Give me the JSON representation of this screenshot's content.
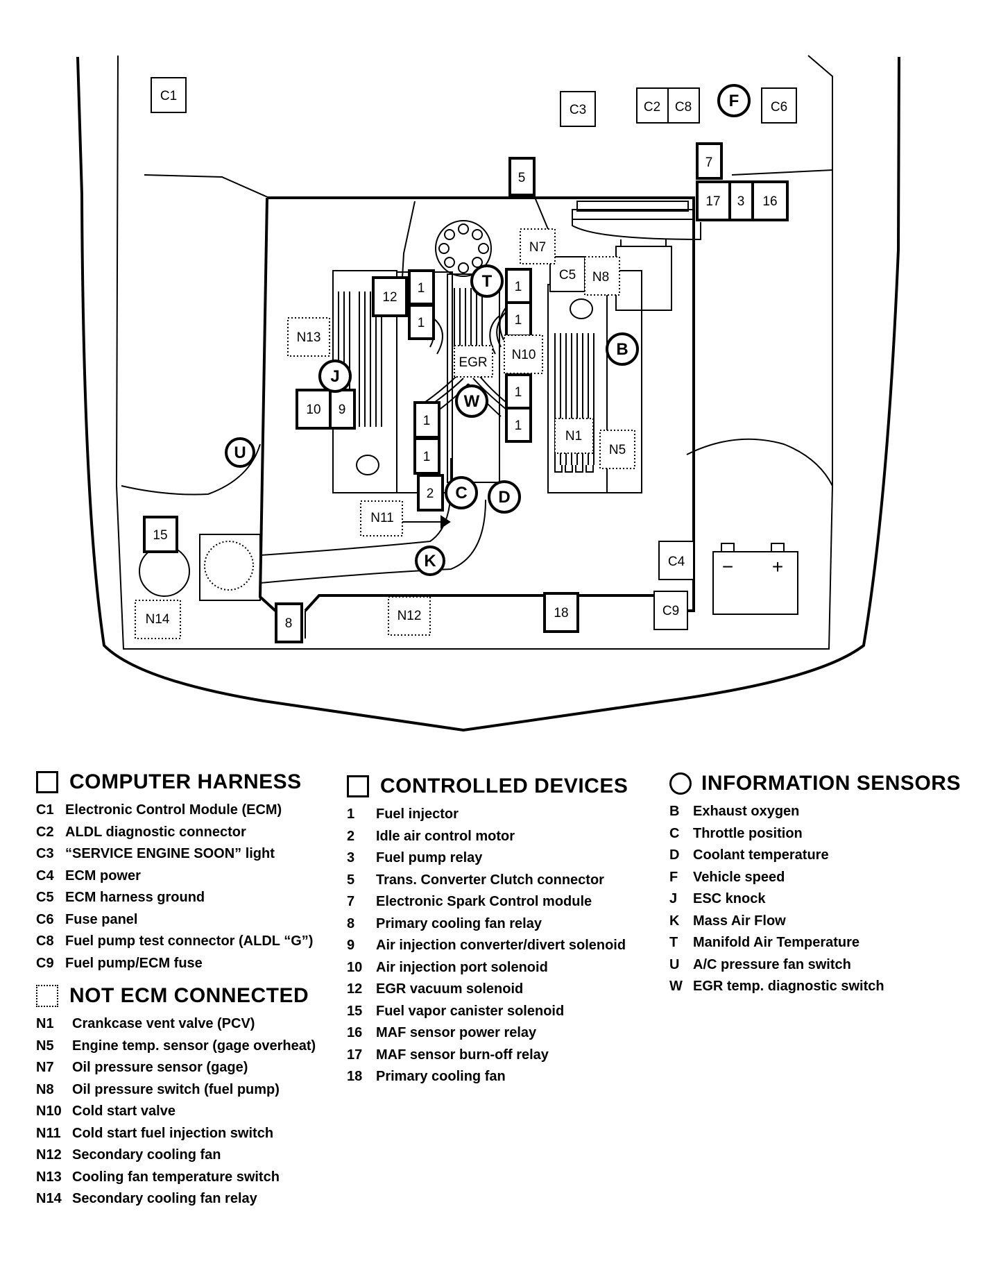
{
  "diagram": {
    "labels": {
      "C1": "C1",
      "C2": "C2",
      "C3": "C3",
      "C4": "C4",
      "C5": "C5",
      "C6": "C6",
      "C8": "C8",
      "C9": "C9",
      "n1": "1",
      "n2": "2",
      "n3": "3",
      "n5": "5",
      "n7": "7",
      "n8": "8",
      "n9": "9",
      "n10": "10",
      "n12": "12",
      "n15": "15",
      "n16": "16",
      "n17": "17",
      "n18": "18",
      "B": "B",
      "C": "C",
      "D": "D",
      "F": "F",
      "J": "J",
      "K": "K",
      "T": "T",
      "U": "U",
      "W": "W",
      "N1": "N1",
      "N5": "N5",
      "N7": "N7",
      "N8": "N8",
      "N10": "N10",
      "N11": "N11",
      "N12": "N12",
      "N13": "N13",
      "N14": "N14",
      "EGR": "EGR",
      "minus": "−",
      "plus": "+"
    }
  },
  "legend": {
    "computer_harness": {
      "title": "COMPUTER HARNESS",
      "items": [
        {
          "code": "C1",
          "desc": "Electronic Control Module (ECM)"
        },
        {
          "code": "C2",
          "desc": "ALDL diagnostic connector"
        },
        {
          "code": "C3",
          "desc": "“SERVICE ENGINE SOON” light"
        },
        {
          "code": "C4",
          "desc": "ECM power"
        },
        {
          "code": "C5",
          "desc": "ECM harness ground"
        },
        {
          "code": "C6",
          "desc": "Fuse panel"
        },
        {
          "code": "C8",
          "desc": "Fuel pump test connector (ALDL “G”)"
        },
        {
          "code": "C9",
          "desc": "Fuel pump/ECM fuse"
        }
      ]
    },
    "not_ecm": {
      "title": "NOT ECM CONNECTED",
      "items": [
        {
          "code": "N1",
          "desc": "Crankcase vent valve (PCV)"
        },
        {
          "code": "N5",
          "desc": "Engine temp. sensor (gage overheat)"
        },
        {
          "code": "N7",
          "desc": "Oil pressure sensor (gage)"
        },
        {
          "code": "N8",
          "desc": "Oil pressure switch (fuel pump)"
        },
        {
          "code": "N10",
          "desc": "Cold start  valve"
        },
        {
          "code": "N11",
          "desc": "Cold start fuel injection switch"
        },
        {
          "code": "N12",
          "desc": "Secondary cooling fan"
        },
        {
          "code": "N13",
          "desc": "Cooling fan temperature switch"
        },
        {
          "code": "N14",
          "desc": "Secondary cooling fan relay"
        }
      ]
    },
    "controlled_devices": {
      "title": "CONTROLLED DEVICES",
      "items": [
        {
          "code": "1",
          "desc": "Fuel injector"
        },
        {
          "code": "2",
          "desc": "Idle air control motor"
        },
        {
          "code": "3",
          "desc": "Fuel pump relay"
        },
        {
          "code": "5",
          "desc": "Trans. Converter Clutch connector"
        },
        {
          "code": "7",
          "desc": "Electronic Spark Control module"
        },
        {
          "code": "8",
          "desc": "Primary cooling fan relay"
        },
        {
          "code": "9",
          "desc": "Air injection  converter/divert  solenoid"
        },
        {
          "code": "10",
          "desc": "Air injection port solenoid"
        },
        {
          "code": "12",
          "desc": "EGR vacuum solenoid"
        },
        {
          "code": "15",
          "desc": "Fuel vapor canister solenoid"
        },
        {
          "code": "16",
          "desc": "MAF sensor power relay"
        },
        {
          "code": "17",
          "desc": "MAF sensor burn-off relay"
        },
        {
          "code": "18",
          "desc": "Primary cooling fan"
        }
      ]
    },
    "information_sensors": {
      "title": "INFORMATION SENSORS",
      "items": [
        {
          "code": "B",
          "desc": "Exhaust oxygen"
        },
        {
          "code": "C",
          "desc": "Throttle position"
        },
        {
          "code": "D",
          "desc": "Coolant temperature"
        },
        {
          "code": "F",
          "desc": "Vehicle speed"
        },
        {
          "code": "J",
          "desc": "ESC knock"
        },
        {
          "code": "K",
          "desc": "Mass Air Flow"
        },
        {
          "code": "T",
          "desc": "Manifold Air Temperature"
        },
        {
          "code": "U",
          "desc": "A/C pressure fan switch"
        },
        {
          "code": "W",
          "desc": "EGR temp. diagnostic switch"
        }
      ]
    }
  }
}
